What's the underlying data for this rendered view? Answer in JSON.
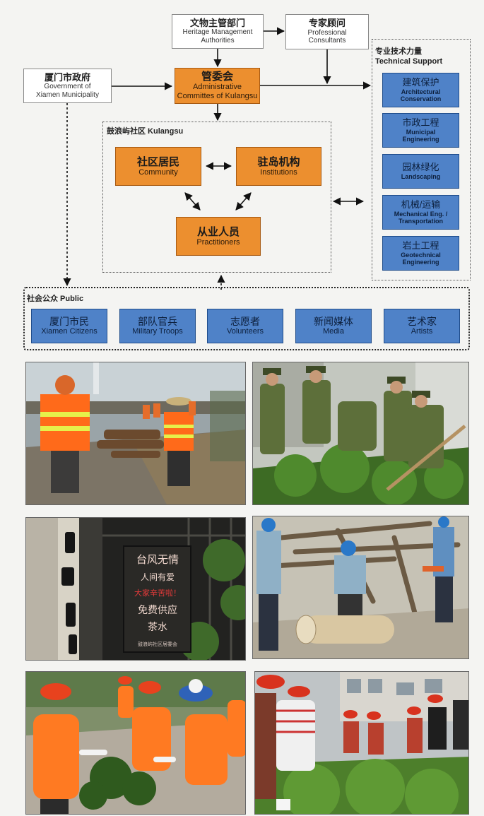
{
  "diagram": {
    "heritage": {
      "zh": "文物主管部门",
      "en1": "Heritage Management",
      "en2": "Authorities"
    },
    "consultants": {
      "zh": "专家顾问",
      "en1": "Professional",
      "en2": "Consultants"
    },
    "government": {
      "zh": "厦门市政府",
      "en1": "Government of",
      "en2": "Xiamen Municipality"
    },
    "committee": {
      "zh": "管委会",
      "en1": "Administrative",
      "en2": "Committes of Kulangsu"
    },
    "community_frame": {
      "label": "鼓浪屿社区 Kulangsu"
    },
    "community": {
      "zh": "社区居民",
      "en": "Community"
    },
    "institutions": {
      "zh": "驻岛机构",
      "en": "Institutions"
    },
    "practitioners": {
      "zh": "从业人员",
      "en": "Practitioners"
    },
    "tech": {
      "label_zh": "专业技术力量",
      "label_en": "Technical Support",
      "items": [
        {
          "zh": "建筑保护",
          "en1": "Architectural",
          "en2": "Conservation"
        },
        {
          "zh": "市政工程",
          "en1": "Municipal",
          "en2": "Engineering"
        },
        {
          "zh": "园林绿化",
          "en1": "Landscaping",
          "en2": ""
        },
        {
          "zh": "机械/运输",
          "en1": "Mechanical Eng. /",
          "en2": "Transportation"
        },
        {
          "zh": "岩土工程",
          "en1": "Geotechnical",
          "en2": "Engineering"
        }
      ]
    },
    "public": {
      "label": "社会公众 Public",
      "items": [
        {
          "zh": "厦门市民",
          "en": "Xiamen Citizens"
        },
        {
          "zh": "部队官兵",
          "en": "Military Troops"
        },
        {
          "zh": "志愿者",
          "en": "Volunteers"
        },
        {
          "zh": "新闻媒体",
          "en": "Media"
        },
        {
          "zh": "艺术家",
          "en": "Artists"
        }
      ]
    }
  },
  "photos": {
    "sign": {
      "lines": [
        "台风无情",
        "人间有爱",
        "大家辛苦啦！",
        "免费供应",
        "茶水"
      ],
      "signature": "鼓浪屿社区居委会"
    }
  },
  "colors": {
    "orange": "#ec8f2f",
    "blue": "#4f82c8",
    "vest": "#ff6a1a",
    "camouflage": "#5d6f3a"
  }
}
